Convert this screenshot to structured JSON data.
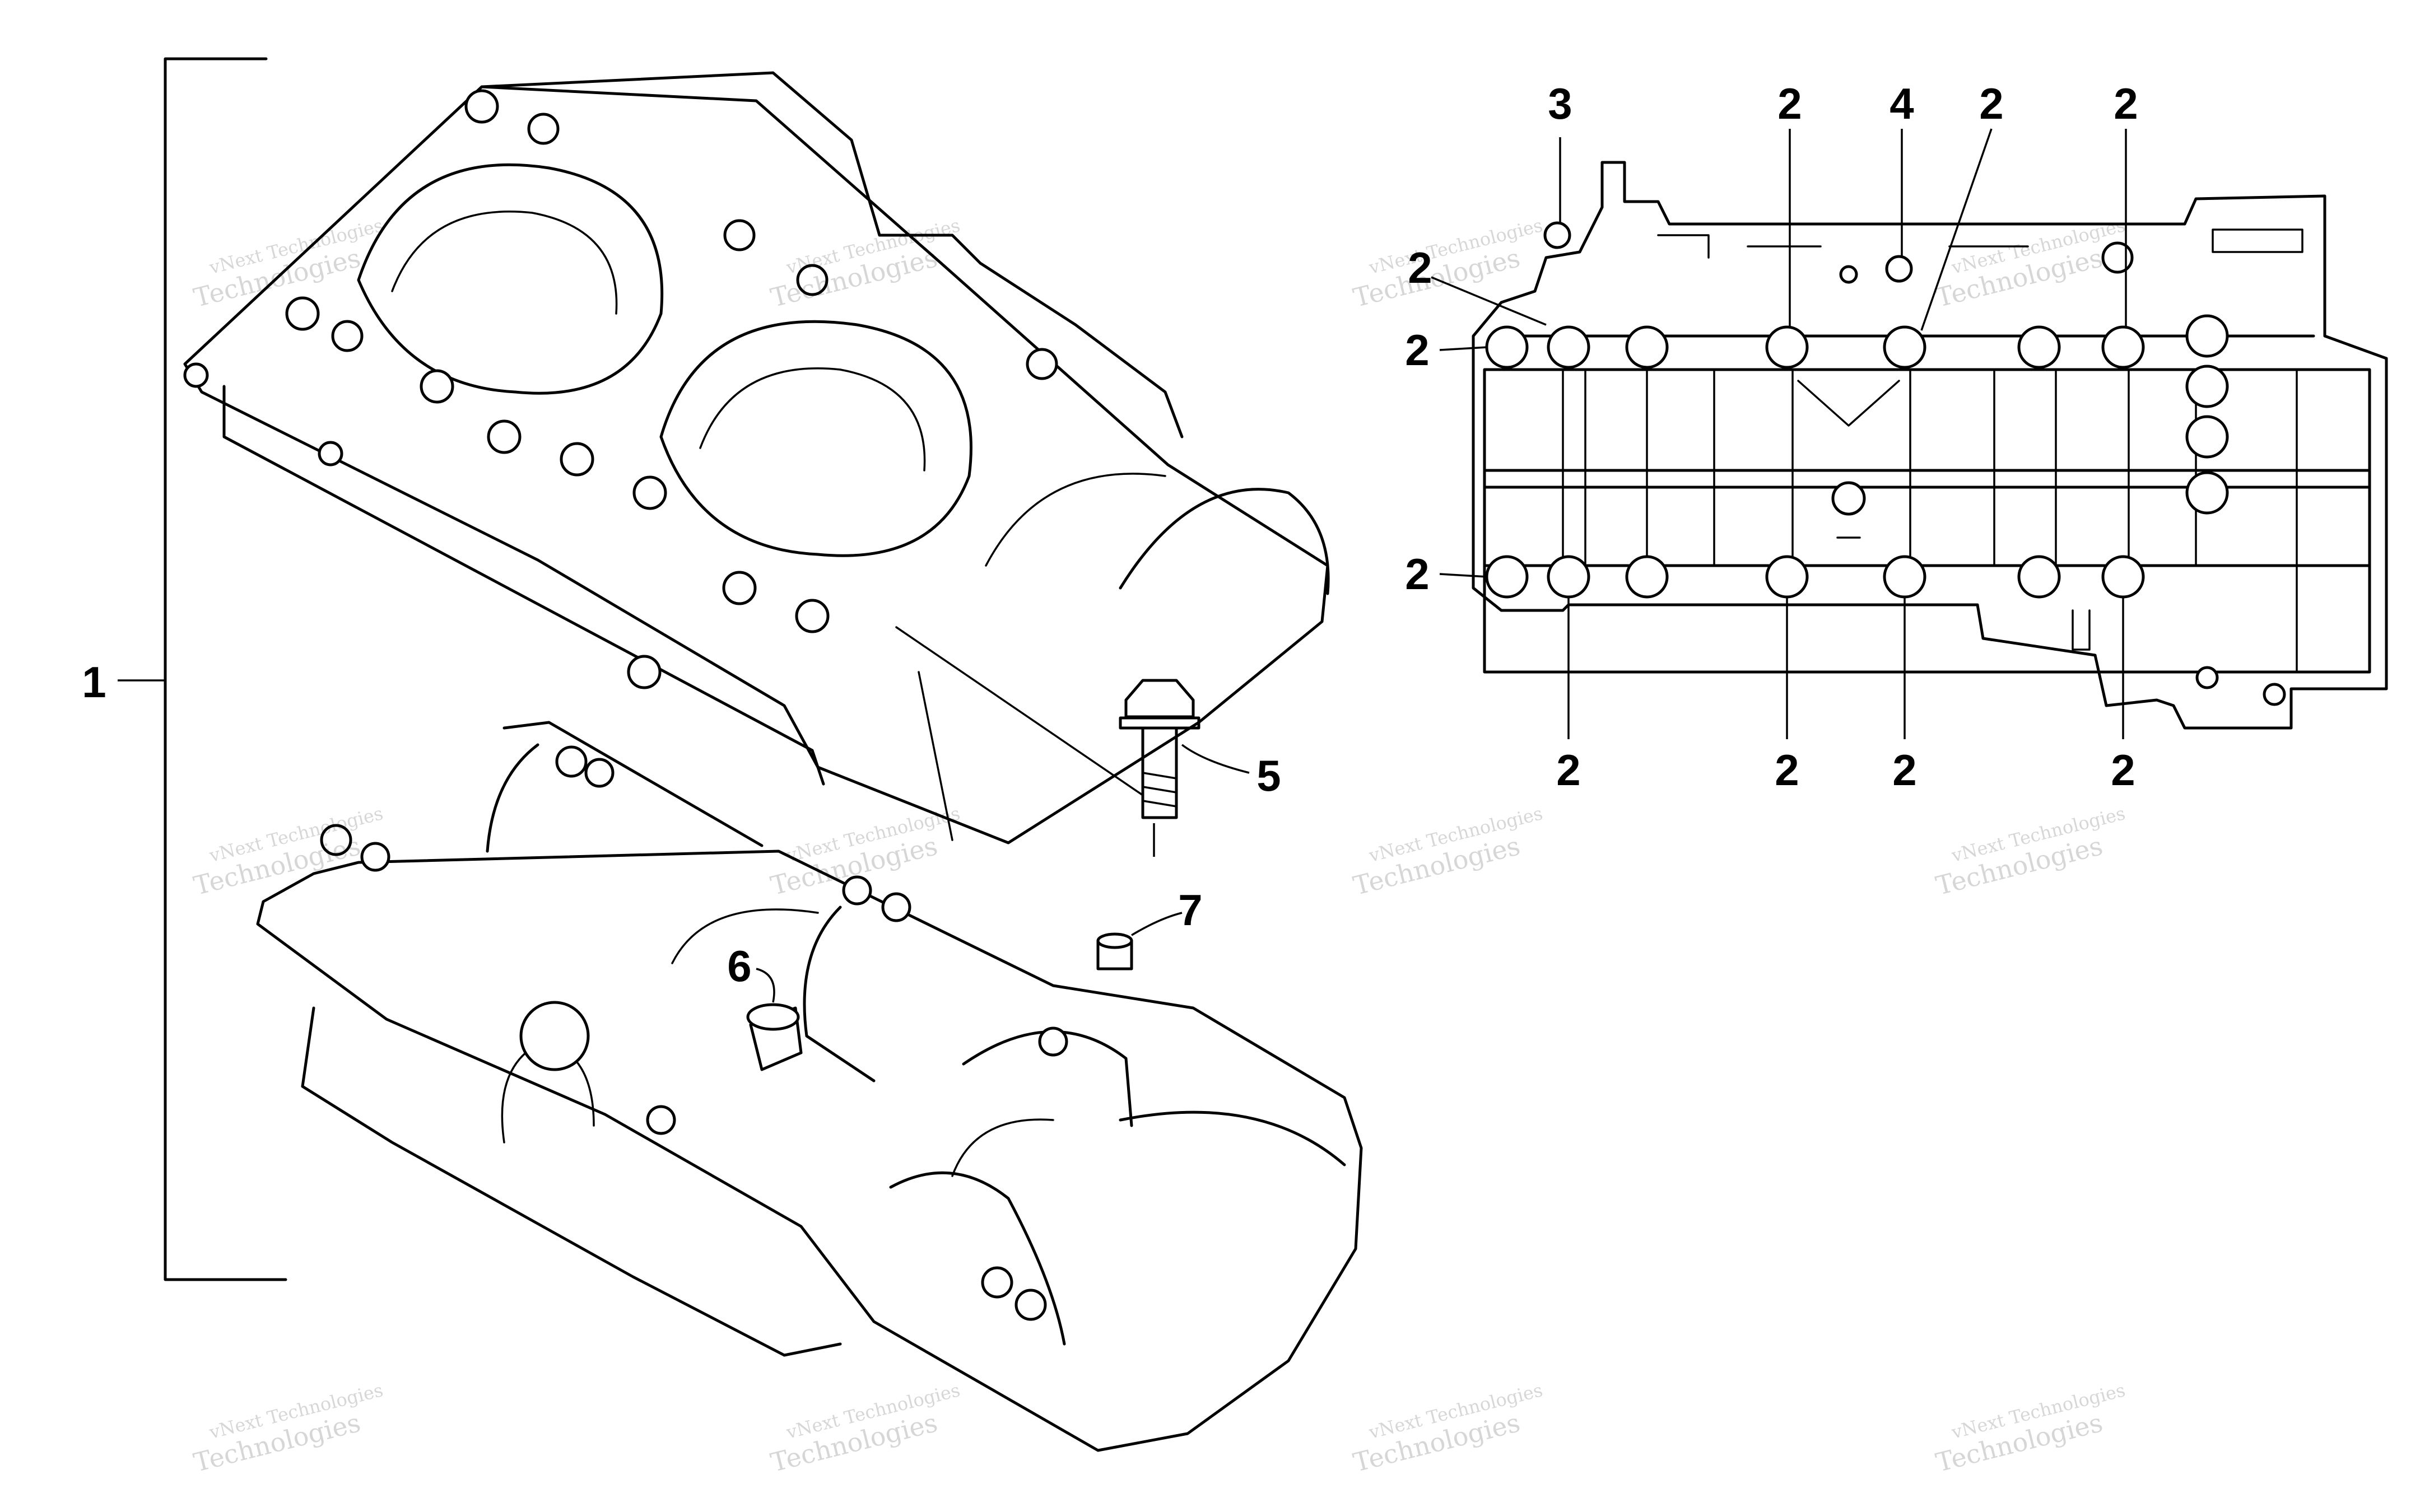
{
  "callouts": {
    "c1": "1",
    "c2a": "2",
    "c2b": "2",
    "c2c": "2",
    "c2d": "2",
    "c2e": "2",
    "c2f": "2",
    "c2g": "2",
    "c2h": "2",
    "c2i": "2",
    "c2j": "2",
    "c3": "3",
    "c4": "4",
    "c5": "5",
    "c6": "6",
    "c7": "7"
  },
  "watermark": {
    "line1": "vNext Technologies",
    "line2": "Technologies"
  }
}
